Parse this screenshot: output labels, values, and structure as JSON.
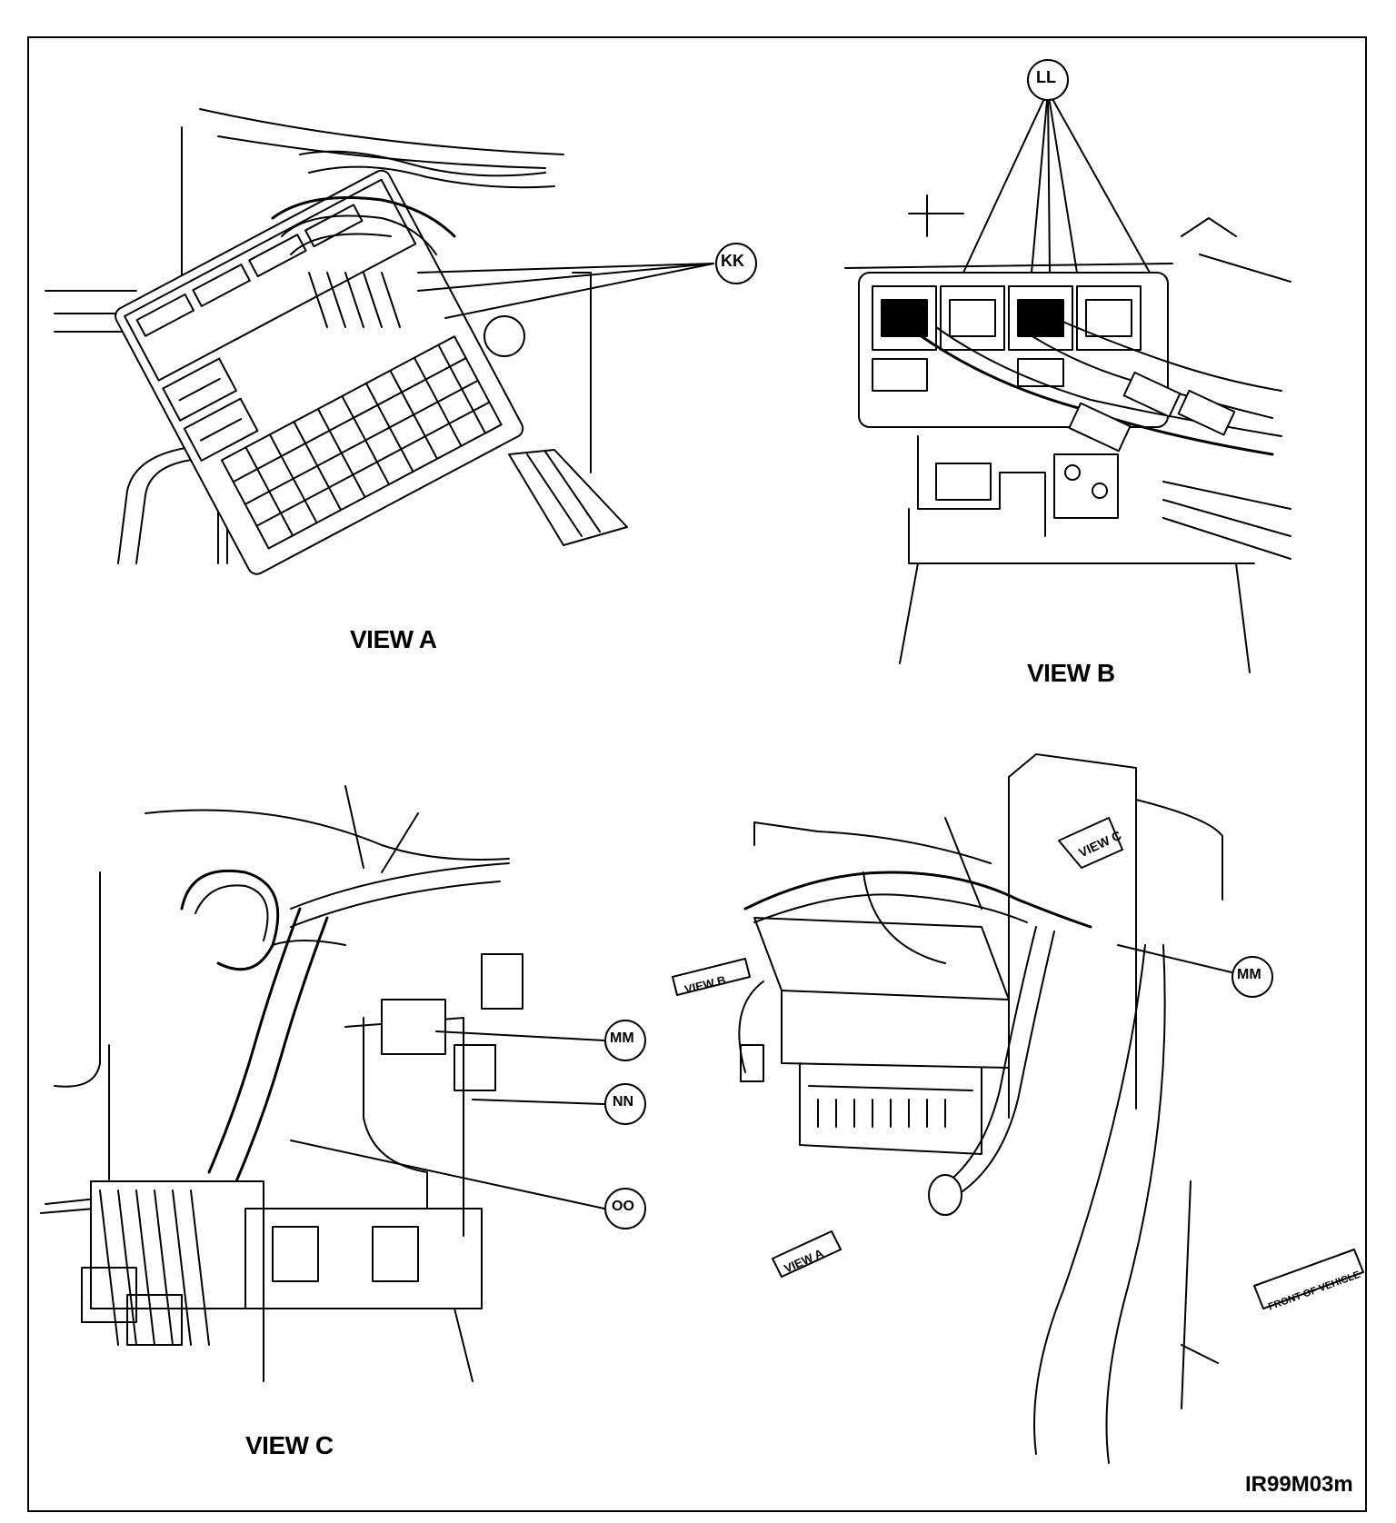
{
  "views": {
    "a": {
      "label": "VIEW A"
    },
    "b": {
      "label": "VIEW B"
    },
    "c": {
      "label": "VIEW C"
    }
  },
  "callouts": {
    "kk": "KK",
    "ll": "LL",
    "mm_c": "MM",
    "nn": "NN",
    "oo": "OO",
    "mm_main": "MM"
  },
  "arrows": {
    "view_a": "VIEW A",
    "view_b": "VIEW B",
    "view_c": "VIEW C",
    "front": "FRONT OF VEHICLE"
  },
  "figure_code": "IR99M03m"
}
